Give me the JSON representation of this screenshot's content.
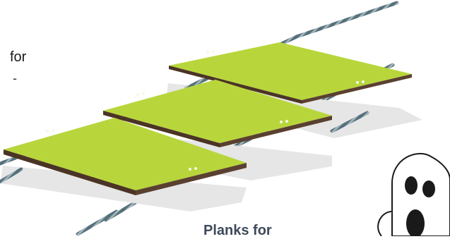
{
  "image": {
    "left_text": "for",
    "left_fragment": "-",
    "caption": "Planks for"
  },
  "scene": {
    "planks": [
      {
        "name": "plank-top",
        "screw_pairs": 2
      },
      {
        "name": "plank-middle",
        "screw_pairs": 2
      },
      {
        "name": "plank-bottom",
        "screw_pairs": 2
      }
    ],
    "colors": {
      "plank_top_face": "#b5d43b",
      "plank_edge": "#4a3324",
      "shadow": "#e3e3e3",
      "cable": "#5c7078",
      "ghost": "#ffffff",
      "ghost_features": "#1a1a1a"
    },
    "icons": [
      "ghost-icon"
    ]
  }
}
